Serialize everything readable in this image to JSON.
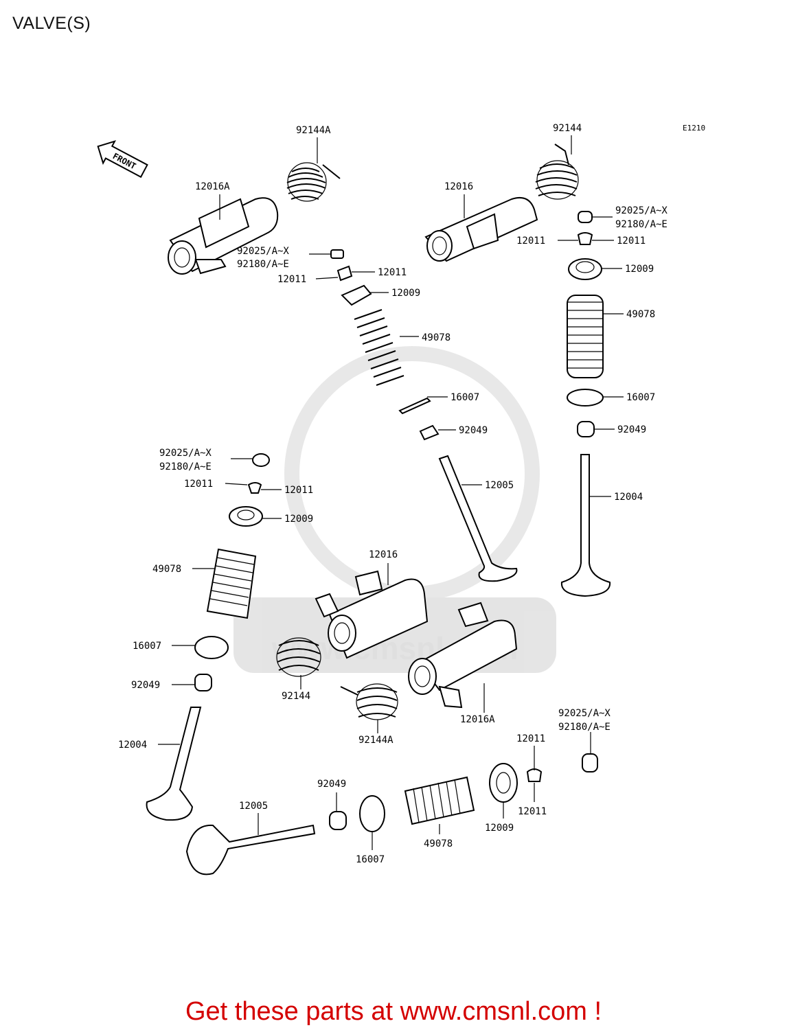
{
  "header": {
    "title": "VALVE(S)"
  },
  "diagram": {
    "code": "E1210",
    "front_label": "FRONT",
    "watermark": "www.cmsnl.com",
    "callouts": {
      "spring_a_top": "92144A",
      "spring_top": "92144",
      "rocker_a_top": "12016A",
      "rocker_top": "12016",
      "shim_top_right_1": "92025/A~X",
      "shim_top_right_2": "92180/A~E",
      "cotter_top_right_l": "12011",
      "cotter_top_right_r": "12011",
      "retainer_top_right": "12009",
      "vspring_top_right": "49078",
      "seat_top_right": "16007",
      "seal_top_right": "92049",
      "valve_top_right": "12004",
      "shim_mid_1": "92025/A~X",
      "shim_mid_2": "92180/A~E",
      "cotter_mid_r": "12011",
      "cotter_mid_l": "12011",
      "retainer_mid": "12009",
      "vspring_mid": "49078",
      "seat_mid": "16007",
      "seal_mid": "92049",
      "valve_mid": "12005",
      "shim_left_1": "92025/A~X",
      "shim_left_2": "92180/A~E",
      "cotter_left_l": "12011",
      "cotter_left_r": "12011",
      "retainer_left": "12009",
      "vspring_left": "49078",
      "seat_left": "16007",
      "seal_left": "92049",
      "valve_left": "12004",
      "rocker_bottom": "12016",
      "spring_bottom": "92144",
      "spring_a_bottom": "92144A",
      "rocker_a_bottom": "12016A",
      "shim_bottom_1": "92025/A~X",
      "shim_bottom_2": "92180/A~E",
      "cotter_bottom_t": "12011",
      "cotter_bottom_b": "12011",
      "retainer_bottom": "12009",
      "vspring_bottom": "49078",
      "seat_bottom": "16007",
      "seal_bottom": "92049",
      "valve_bottom": "12005"
    }
  },
  "footer": {
    "cta_text": "Get these parts at www.cmsnl.com !",
    "cta_color": "#d40000"
  }
}
